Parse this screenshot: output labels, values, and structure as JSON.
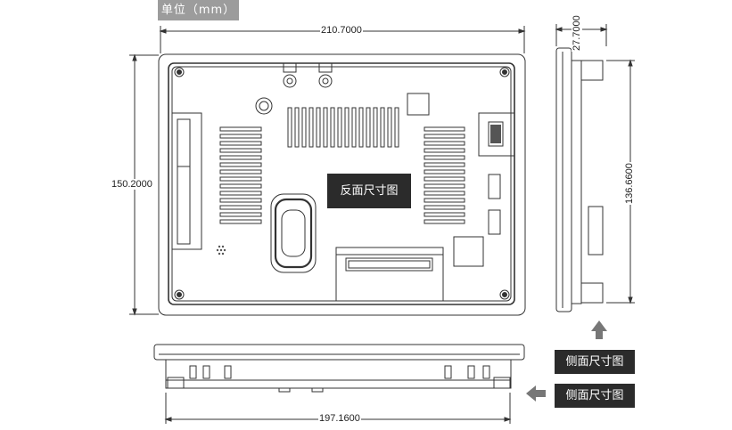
{
  "unit_label": "单位（mm）",
  "view_labels": {
    "back_view": "反面尺寸图",
    "side_view_1": "侧面尺寸图",
    "side_view_2": "侧面尺寸图"
  },
  "dimensions": {
    "overall_width": "210.7000",
    "overall_height": "150.2000",
    "bottom_width": "197.1600",
    "depth": "27.7000",
    "side_height": "136.6600"
  },
  "colors": {
    "line": "#333333",
    "label_bg": "#2b2b2b",
    "badge_bg": "#9c9c9c",
    "arrow": "#777777"
  },
  "icons": {
    "side_arrow_up": "arrow-up-icon",
    "side_arrow_left": "arrow-left-icon"
  }
}
